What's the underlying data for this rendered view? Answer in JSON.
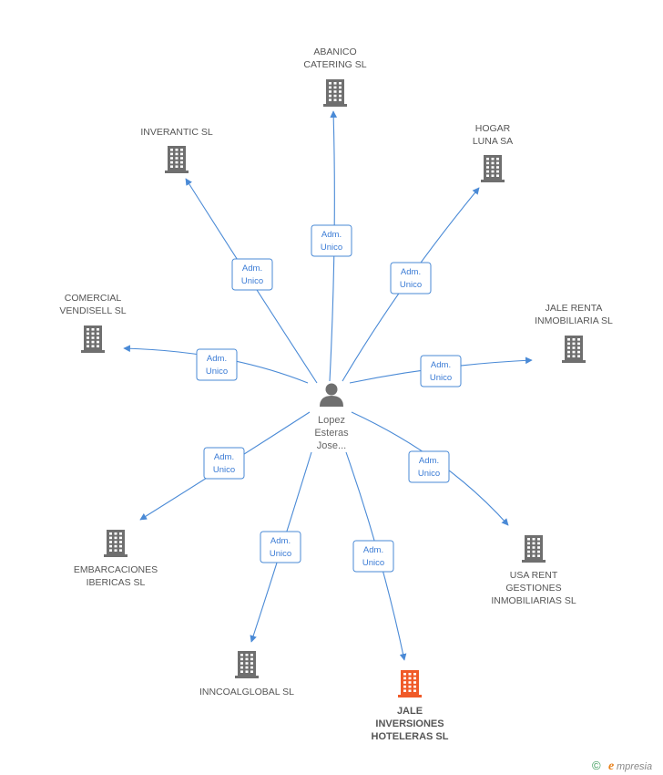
{
  "center": {
    "name_lines": [
      "Lopez",
      "Esteras",
      "Jose..."
    ],
    "icon": "person-icon"
  },
  "companies": [
    {
      "id": "abanico",
      "lines": [
        "ABANICO",
        "CATERING SL"
      ],
      "icon": "building-icon",
      "highlight": false
    },
    {
      "id": "hogar",
      "lines": [
        "HOGAR",
        "LUNA SA"
      ],
      "icon": "building-icon",
      "highlight": false
    },
    {
      "id": "inverantic",
      "lines": [
        "INVERANTIC SL"
      ],
      "icon": "building-icon",
      "highlight": false
    },
    {
      "id": "comercial",
      "lines": [
        "COMERCIAL",
        "VENDISELL SL"
      ],
      "icon": "building-icon",
      "highlight": false
    },
    {
      "id": "jalerenta",
      "lines": [
        "JALE RENTA",
        "INMOBILIARIA SL"
      ],
      "icon": "building-icon",
      "highlight": false
    },
    {
      "id": "embarcaciones",
      "lines": [
        "EMBARCACIONES",
        "IBERICAS SL"
      ],
      "icon": "building-icon",
      "highlight": false
    },
    {
      "id": "usarent",
      "lines": [
        "USA RENT",
        "GESTIONES",
        "INMOBILIARIAS SL"
      ],
      "icon": "building-icon",
      "highlight": false
    },
    {
      "id": "inncoal",
      "lines": [
        "INNCOALGLOBAL SL"
      ],
      "icon": "building-icon",
      "highlight": false
    },
    {
      "id": "jaleinv",
      "lines": [
        "JALE",
        "INVERSIONES",
        "HOTELERAS SL"
      ],
      "icon": "building-icon",
      "highlight": true
    }
  ],
  "relations": [
    {
      "to": "abanico",
      "label_lines": [
        "Adm.",
        "Unico"
      ]
    },
    {
      "to": "hogar",
      "label_lines": [
        "Adm.",
        "Unico"
      ]
    },
    {
      "to": "inverantic",
      "label_lines": [
        "Adm.",
        "Unico"
      ]
    },
    {
      "to": "comercial",
      "label_lines": [
        "Adm.",
        "Unico"
      ]
    },
    {
      "to": "jalerenta",
      "label_lines": [
        "Adm.",
        "Unico"
      ]
    },
    {
      "to": "embarcaciones",
      "label_lines": [
        "Adm.",
        "Unico"
      ]
    },
    {
      "to": "usarent",
      "label_lines": [
        "Adm.",
        "Unico"
      ]
    },
    {
      "to": "inncoal",
      "label_lines": [
        "Adm.",
        "Unico"
      ]
    },
    {
      "to": "jaleinv",
      "label_lines": [
        "Adm.",
        "Unico"
      ]
    }
  ],
  "colors": {
    "building": "#6f6f6f",
    "building_highlight": "#f05a28",
    "edge": "#4a8ad6"
  },
  "watermark": {
    "copyright": "©",
    "brand_initial": "e",
    "brand_rest": "mpresia"
  }
}
